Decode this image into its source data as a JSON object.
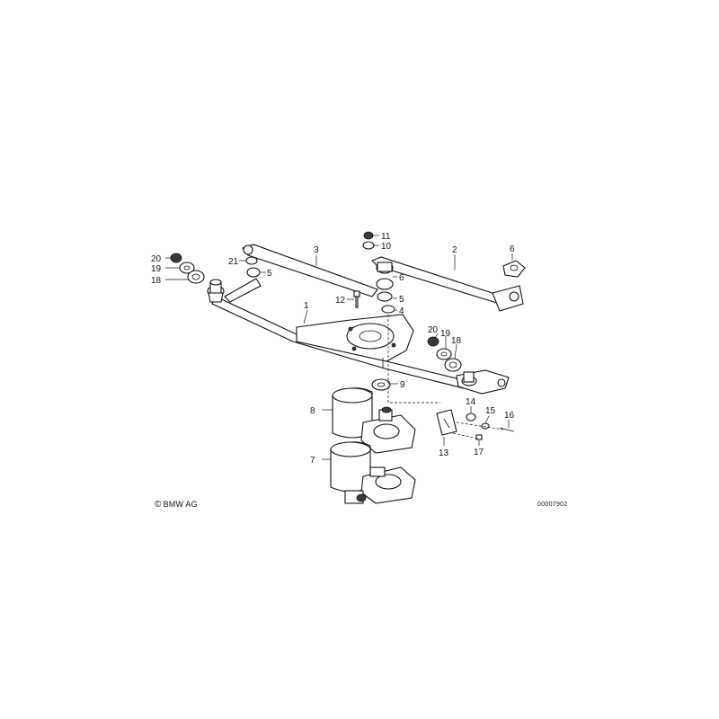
{
  "diagram": {
    "labels": [
      {
        "id": "l1",
        "text": "1"
      },
      {
        "id": "l2",
        "text": "2"
      },
      {
        "id": "l3",
        "text": "3"
      },
      {
        "id": "l4",
        "text": "4"
      },
      {
        "id": "l5a",
        "text": "5"
      },
      {
        "id": "l5b",
        "text": "5"
      },
      {
        "id": "l6a",
        "text": "6"
      },
      {
        "id": "l6b",
        "text": "6"
      },
      {
        "id": "l7",
        "text": "7"
      },
      {
        "id": "l8",
        "text": "8"
      },
      {
        "id": "l9",
        "text": "9"
      },
      {
        "id": "l10",
        "text": "10"
      },
      {
        "id": "l11",
        "text": "11"
      },
      {
        "id": "l12",
        "text": "12"
      },
      {
        "id": "l13",
        "text": "13"
      },
      {
        "id": "l14",
        "text": "14"
      },
      {
        "id": "l15",
        "text": "15"
      },
      {
        "id": "l16",
        "text": "16"
      },
      {
        "id": "l17",
        "text": "17"
      },
      {
        "id": "l18a",
        "text": "18"
      },
      {
        "id": "l18b",
        "text": "18"
      },
      {
        "id": "l19a",
        "text": "19"
      },
      {
        "id": "l19b",
        "text": "19"
      },
      {
        "id": "l20a",
        "text": "20"
      },
      {
        "id": "l20b",
        "text": "20"
      },
      {
        "id": "l21",
        "text": "21"
      }
    ]
  },
  "footer": {
    "copyright_symbol": "©",
    "copyright_text": "BMW AG",
    "reference_number": "00007902"
  }
}
